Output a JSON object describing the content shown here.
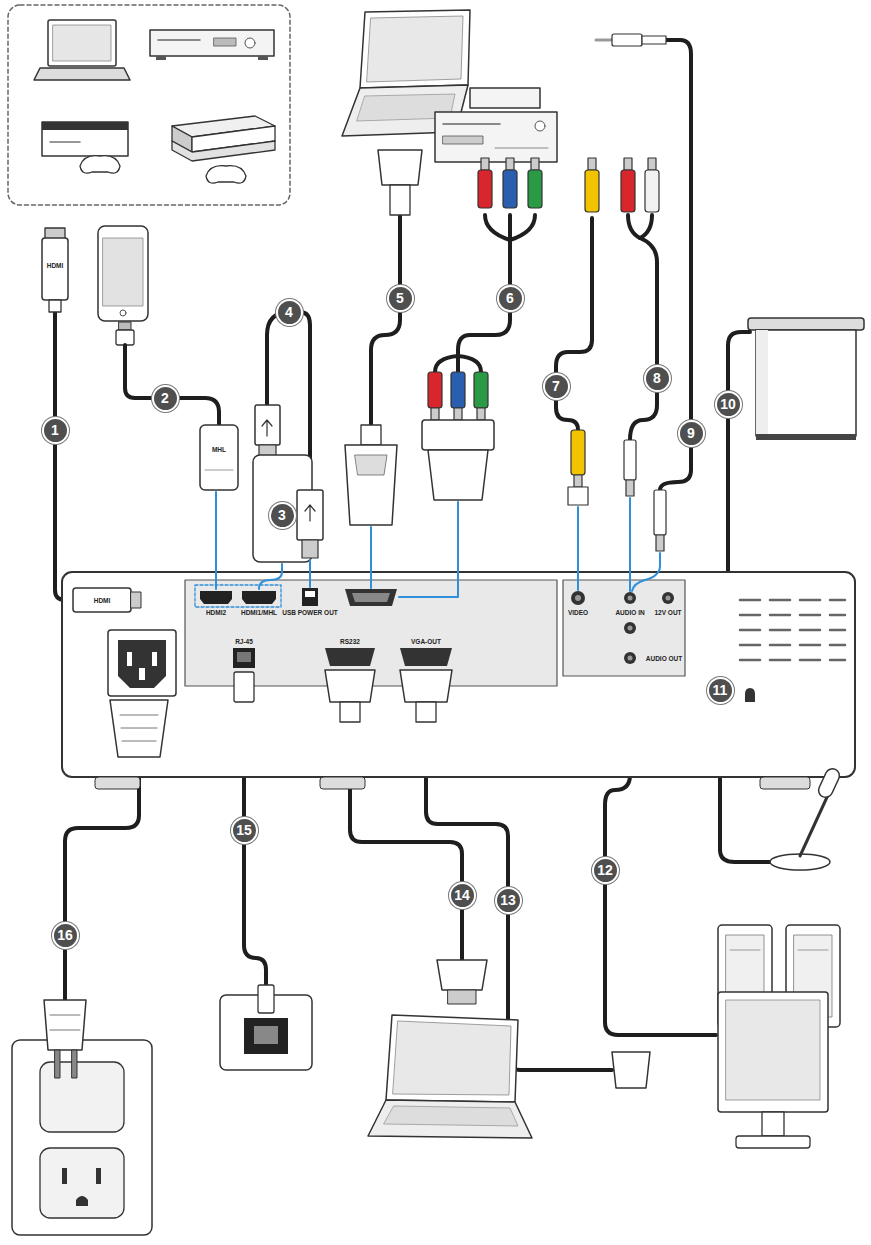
{
  "diagram": {
    "labels": [
      "1",
      "2",
      "3",
      "4",
      "5",
      "6",
      "7",
      "8",
      "9",
      "10",
      "11",
      "12",
      "13",
      "14",
      "15",
      "16",
      "HDMI",
      "MHL",
      "HDMI",
      "HDMI2",
      "HDMI1/MHL",
      "USB POWER OUT",
      "RJ-45",
      "RS232",
      "VGA-OUT",
      "VIDEO",
      "AUDIO IN",
      "12V OUT",
      "AUDIO OUT"
    ]
  }
}
